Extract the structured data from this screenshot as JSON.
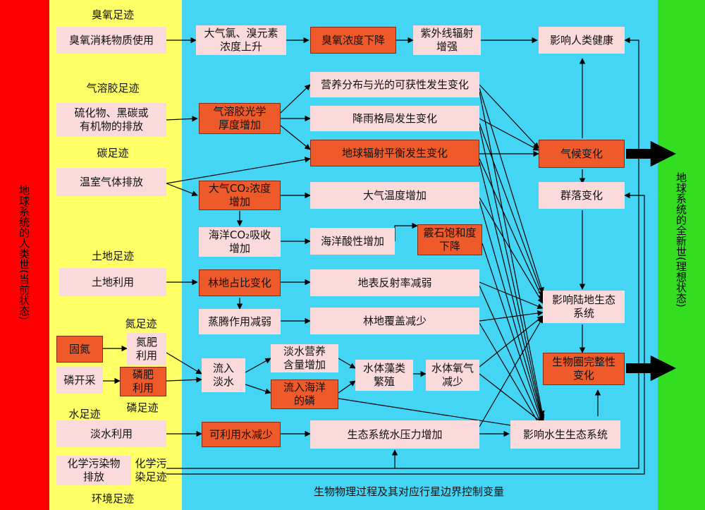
{
  "colors": {
    "human_band": "#ff0000",
    "footprint_band": "#ffff66",
    "process_band": "#44d4f4",
    "new_state_band": "#33dd22",
    "box_pink": "#fadada",
    "box_orange": "#ee5a2a"
  },
  "side_labels": {
    "left": "地球系统的人类世(当前状态)",
    "right": "地球系统的全新世(理想状态)"
  },
  "footprints": {
    "ozone": "臭氧足迹",
    "aerosol": "气溶胶足迹",
    "carbon": "碳足迹",
    "land": "土地足迹",
    "nitrogen": "氮足迹",
    "phosphorus": "磷足迹",
    "water": "水足迹",
    "environment": "环境足迹"
  },
  "bottom_label": "生物物理过程及其对应行星边界控制变量",
  "boxes": {
    "ods_use": "臭氧消耗物质使用",
    "sulfide": "硫化物、黑碳或\n有机物的排放",
    "ghg": "温室气体排放",
    "land_use": "土地利用",
    "n_fix": "固氮",
    "n_fert": "氮肥\n利用",
    "p_mine": "磷开采",
    "p_fert": "磷肥\n利用",
    "water_use": "淡水利用",
    "chem": "化学污染物\n排放",
    "chem_label": "化学污\n染足迹",
    "cl_br": "大气氯、溴元素\n浓度上升",
    "ozone_down": "臭氧浓度下降",
    "uv": "紫外线辐射\n增强",
    "health": "影响人类健康",
    "aod": "气溶胶光学\n厚度增加",
    "nutrient": "营养分布与光的可获性发生变化",
    "rain": "降雨格局发生变化",
    "radiation": "地球辐射平衡发生变化",
    "climate": "气候变化",
    "co2_conc": "大气CO₂浓度\n增加",
    "temp": "大气温度增加",
    "community": "群落变化",
    "ocean_co2": "海洋CO₂吸收\n增加",
    "acid": "海洋酸性增加",
    "aragonite": "霰石饱和度\n下降",
    "forest_change": "林地占比变化",
    "albedo": "地表反射率减弱",
    "terrestrial": "影响陆地生态\n系统",
    "transp": "蒸腾作用减弱",
    "forest_cover": "林地覆盖减少",
    "fw_nutrient": "淡水营养\n含量增加",
    "inflow": "流入\n淡水",
    "algae": "水体藻类\n繁殖",
    "oxygen": "水体氧气\n减少",
    "biosphere": "生物圈完整性\n变化",
    "ocean_p": "流入海洋\n的磷",
    "avail_water": "可利用水减少",
    "eco_pressure": "生态系统水压力增加",
    "aquatic": "影响水生生态系统"
  }
}
